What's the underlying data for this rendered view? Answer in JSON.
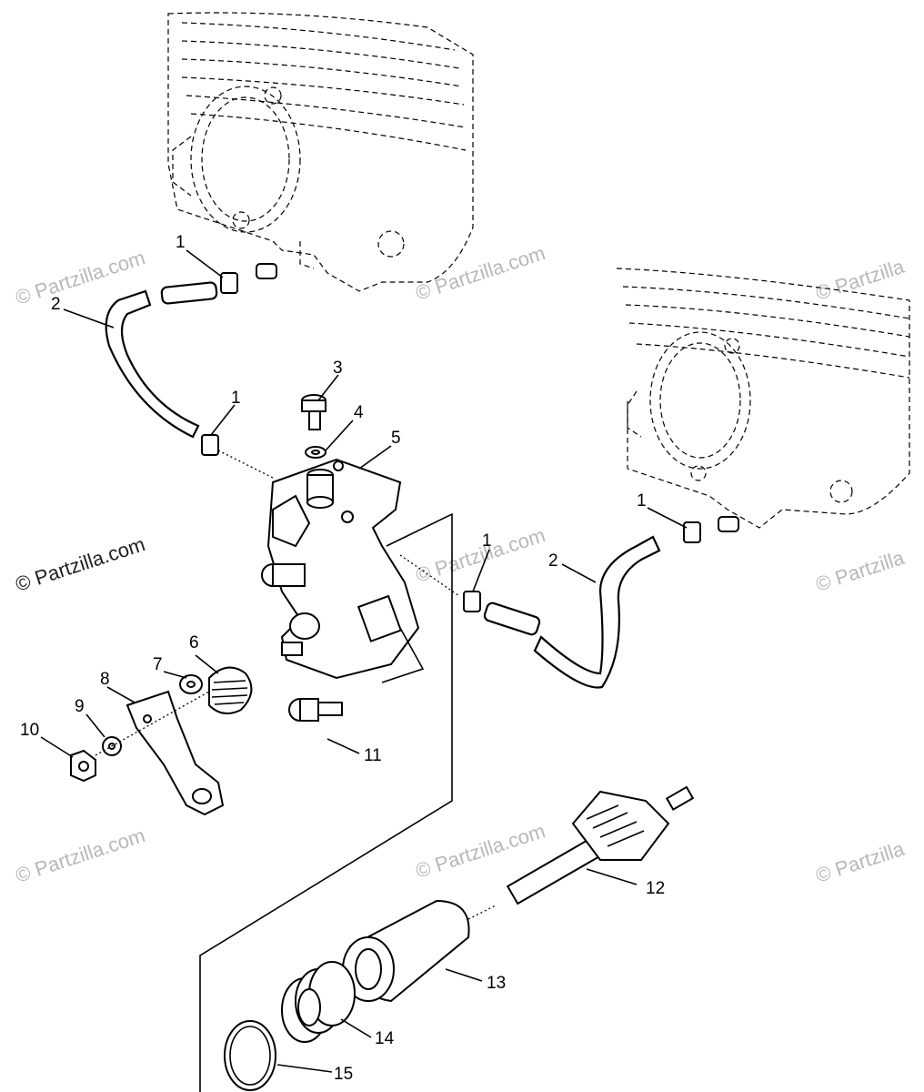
{
  "watermark": {
    "text": "© Partzilla.com",
    "text_short": "© Partzilla"
  },
  "callouts": [
    "1",
    "2",
    "3",
    "4",
    "5",
    "6",
    "7",
    "8",
    "9",
    "10",
    "11",
    "12",
    "13",
    "14",
    "15"
  ]
}
